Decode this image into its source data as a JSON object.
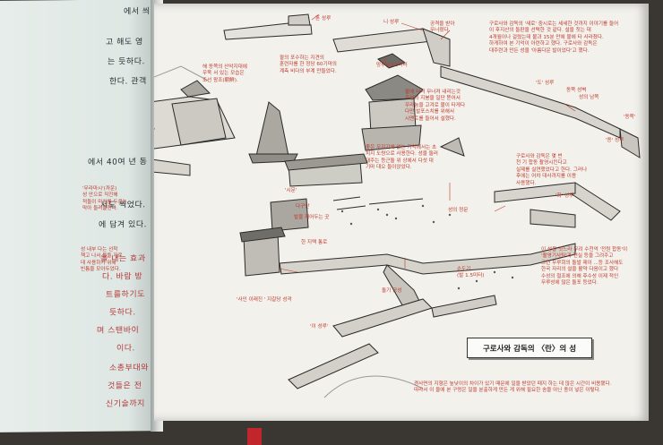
{
  "left_page": {
    "lines": [
      {
        "text": "고 해도 영",
        "red": false
      },
      {
        "text": "는 듯하다.",
        "red": false
      },
      {
        "text": "한다. 관객",
        "red": false
      },
      {
        "text": "에서 40여 년 동",
        "red": false
      },
      {
        "text": "서도 찍었다.",
        "red": false
      },
      {
        "text": "에 담겨 있다.",
        "red": false
      },
      {
        "text": "을 내는 효과",
        "red": true
      },
      {
        "text": "다. 바람 방",
        "red": true
      },
      {
        "text": "트를하기도",
        "red": true
      },
      {
        "text": "듯하다.",
        "red": true
      },
      {
        "text": "며 스탠바이",
        "red": true
      },
      {
        "text": "이다.",
        "red": true
      },
      {
        "text": "소총부대와",
        "red": true
      },
      {
        "text": "것들은 전",
        "red": true
      },
      {
        "text": "신기술까지",
        "red": true
      }
    ],
    "top_fragment": "에서 씌"
  },
  "right_page": {
    "caption_title": "구로사와 감독의 〈란〉의 성",
    "annotations": [
      "혼 성루",
      "니 성루",
      "공격을 받아\n무너졌다.",
      "구로사와 감독의 '새로' 중시로는 세세한 것까지 이야기를 들어 \n이 후지산의 들판을 선택한 것 같다. 설을 짓는 데 \n4개월이나 걸렸는데 불과 15분 만에 불에 타 사라졌다. \n하게하여 본 기억이 아련하고 했다. 구로사와 감독은 \n대주련과 만든 성을 '아름다운 발이었다'고 했다.",
      "해 동쪽의 산악지대에\n우뚝 서 있는 모습은\n조선 왕조(朝鮮).",
      "팔의 포수하는 지견의\n훈련자를 한 정당 60기마의\n계측 비다의 부계 만들었다.",
      "망루 13.5미터",
      "불에 타서 무너져 내리는것\n주성의 지붕을 일단 뜯어서\n우라늄을 고겨로 불이 타게다\n다만 발포스치를 위해서\n시멘트를 들어서 설했다.",
      "좋은 우지기에 없는 기억에서는 초\n치지 도량으로 사용한다. 성을 둘러\n돼주는 등근돌 위 상에서 다섯 대\n기마 대오 들이앉았다.",
      "'무라마시'(까운)\n성 안으로 직진해\n적들이 마쳐를 두르는 \n막아 둘러붙힌다.",
      "'시문'",
      "다구단",
      "발을 깨어두는 곳",
      "한 지택 통로",
      "성 내부 다는 선착\n책고 나서 붙을 지르\n데 사용하기 위해\n빈틈을 모아두었다.",
      "성의 정문",
      "'사인 이래진 ' 지갈당 성곽",
      "'이 성루'",
      "동쪽 성벽",
      "성의 남쪽",
      "'도' 성루",
      "'동' 성루",
      "'동쪽'",
      "구로사와 감독은 몇 번\n천 기 합동 촬영시킨다고\n실제를 실연했었다고 한다. 그러나\n후에는 어차 대사까지를 이용\n사용했다.",
      "'화' 성루",
      "이 성을 짓느라 무려 수천억 '전원 합동'이\n'촬영기사팀'과 현실 등을 그려주고\n그런 무루회의 돌발 제이 ...등 조사해도\n한국 자리의 설을 활약 다음이고 했다\n수성의 철조에 의해 후수성 이제 적인\n무루성에 많은 돌포 등었다.",
      "돌기 공성",
      "순도기\n(발 1.5미터)",
      "경사면의 지형은 높낮이의 차이가 있기 때문에 일을 받았던 때지 하는 데 많은 시간이 비용됐다.\n따라서 이 울에 본 구멍은 일을 분출하게 만든 게 위해 필요한 솜을 아닌 종이 넣은 이렇다."
    ]
  }
}
